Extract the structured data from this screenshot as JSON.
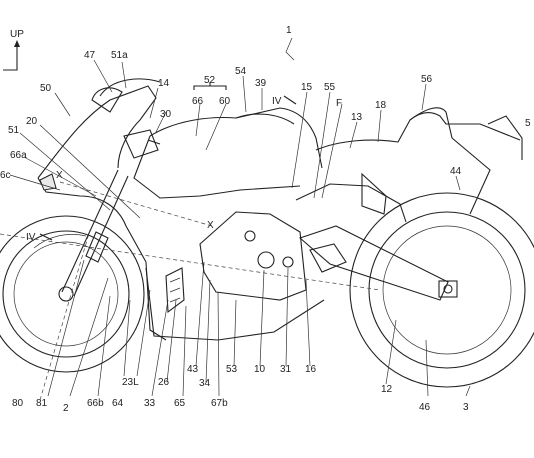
{
  "up_arrow": {
    "label": "UP"
  },
  "section_marks": {
    "iv": "IV",
    "x": "X",
    "f": "F"
  },
  "bracket_52": {
    "label": "52",
    "left": "66",
    "right": "60"
  },
  "callouts": [
    "1",
    "47",
    "51a",
    "50",
    "14",
    "30",
    "54",
    "39",
    "15",
    "55",
    "56",
    "18",
    "13",
    "5",
    "51",
    "20",
    "66a",
    "6c",
    "44",
    "80",
    "81",
    "2",
    "66b",
    "64",
    "23L",
    "33",
    "26",
    "65",
    "43",
    "34",
    "67b",
    "53",
    "10",
    "31",
    "16",
    "12",
    "46",
    "3"
  ]
}
